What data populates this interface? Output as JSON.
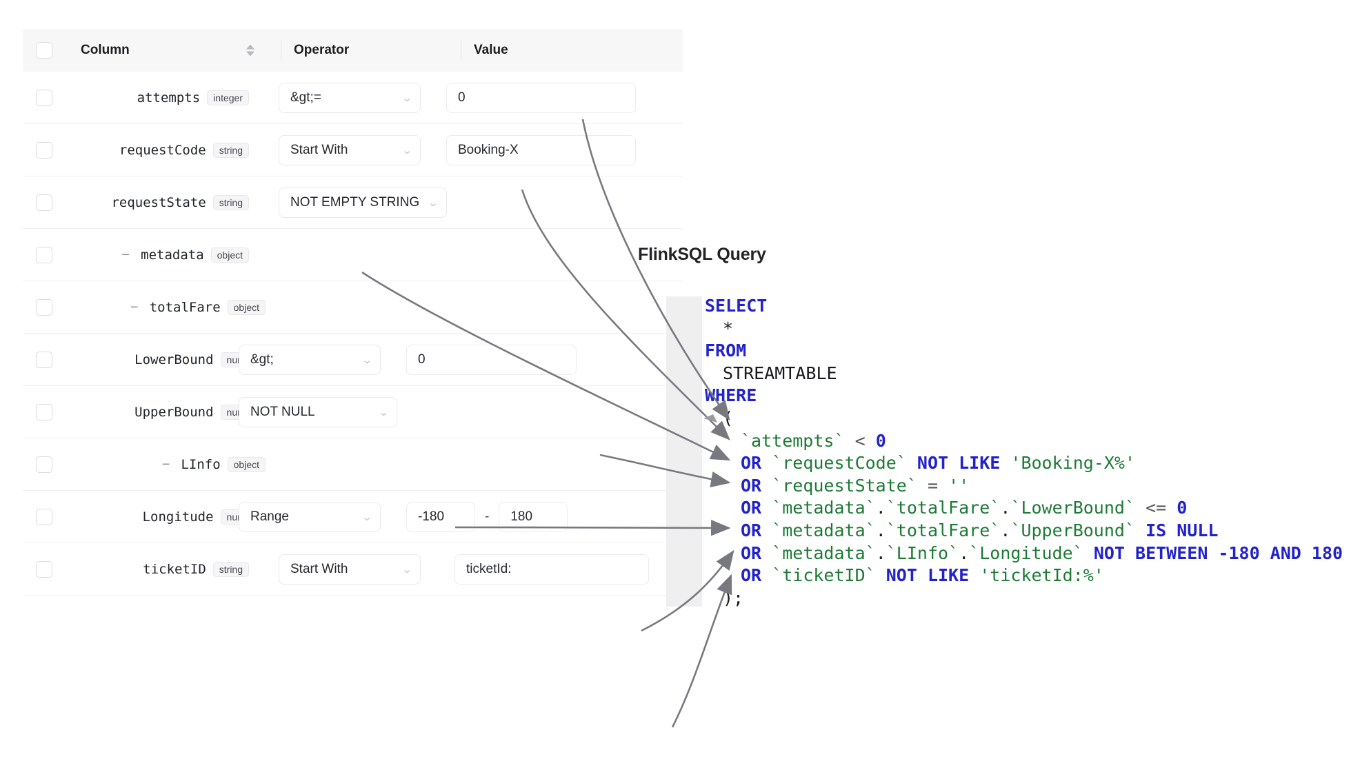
{
  "table": {
    "headers": {
      "checkbox": "",
      "column": "Column",
      "operator": "Operator",
      "value": "Value"
    },
    "rows": [
      {
        "name": "attempts",
        "type": "integer",
        "depth": 0,
        "toggle": "",
        "operator": "&gt;=",
        "value": "0",
        "value2": null
      },
      {
        "name": "requestCode",
        "type": "string",
        "depth": 0,
        "toggle": "",
        "operator": "Start With",
        "value": "Booking-X",
        "value2": null
      },
      {
        "name": "requestState",
        "type": "string",
        "depth": 0,
        "toggle": "",
        "operator": "NOT EMPTY STRING",
        "value": "",
        "value2": null
      },
      {
        "name": "metadata",
        "type": "object",
        "depth": 0,
        "toggle": "−",
        "operator": "",
        "value": "",
        "value2": null
      },
      {
        "name": "totalFare",
        "type": "object",
        "depth": 1,
        "toggle": "−",
        "operator": "",
        "value": "",
        "value2": null
      },
      {
        "name": "LowerBound",
        "type": "number",
        "depth": 2,
        "toggle": "",
        "operator": "&gt;",
        "value": "0",
        "value2": null
      },
      {
        "name": "UpperBound",
        "type": "number",
        "depth": 2,
        "toggle": "",
        "operator": "NOT NULL",
        "value": "",
        "value2": null
      },
      {
        "name": "LInfo",
        "type": "object",
        "depth": 1,
        "toggle": "−",
        "operator": "",
        "value": "",
        "value2": null
      },
      {
        "name": "Longitude",
        "type": "number",
        "depth": 2,
        "toggle": "",
        "operator": "Range",
        "value": "-180",
        "value2": "180"
      },
      {
        "name": "ticketID",
        "type": "string",
        "depth": 0,
        "toggle": "",
        "operator": "Start With",
        "value": "ticketId:",
        "value2": null
      }
    ],
    "range_separator": "-",
    "chevron_icon": "⌄"
  },
  "sql_panel": {
    "title": "FlinkSQL Query",
    "lines": [
      {
        "indent": 0,
        "tokens": [
          {
            "t": "SELECT",
            "c": "kw"
          }
        ]
      },
      {
        "indent": 1,
        "tokens": [
          {
            "t": "*",
            "c": "pl"
          }
        ]
      },
      {
        "indent": 0,
        "tokens": [
          {
            "t": "FROM",
            "c": "kw"
          }
        ]
      },
      {
        "indent": 1,
        "tokens": [
          {
            "t": "STREAMTABLE",
            "c": "pl"
          }
        ]
      },
      {
        "indent": 0,
        "tokens": [
          {
            "t": "WHERE",
            "c": "kw"
          }
        ]
      },
      {
        "indent": 1,
        "tokens": [
          {
            "t": "(",
            "c": "pl"
          }
        ]
      },
      {
        "indent": 2,
        "tokens": [
          {
            "t": "`attempts`",
            "c": "id"
          },
          {
            "t": " ",
            "c": "pl"
          },
          {
            "t": "<",
            "c": "op"
          },
          {
            "t": " ",
            "c": "pl"
          },
          {
            "t": "0",
            "c": "num"
          }
        ]
      },
      {
        "indent": 2,
        "tokens": [
          {
            "t": "OR",
            "c": "kw"
          },
          {
            "t": " ",
            "c": "pl"
          },
          {
            "t": "`requestCode`",
            "c": "id"
          },
          {
            "t": " ",
            "c": "pl"
          },
          {
            "t": "NOT LIKE",
            "c": "kw"
          },
          {
            "t": " ",
            "c": "pl"
          },
          {
            "t": "'Booking-X%'",
            "c": "str"
          }
        ]
      },
      {
        "indent": 2,
        "tokens": [
          {
            "t": "OR",
            "c": "kw"
          },
          {
            "t": " ",
            "c": "pl"
          },
          {
            "t": "`requestState`",
            "c": "id"
          },
          {
            "t": " ",
            "c": "pl"
          },
          {
            "t": "=",
            "c": "op"
          },
          {
            "t": " ",
            "c": "pl"
          },
          {
            "t": "''",
            "c": "str"
          }
        ]
      },
      {
        "indent": 2,
        "tokens": [
          {
            "t": "OR",
            "c": "kw"
          },
          {
            "t": " ",
            "c": "pl"
          },
          {
            "t": "`metadata`",
            "c": "id"
          },
          {
            "t": ".",
            "c": "pl"
          },
          {
            "t": "`totalFare`",
            "c": "id"
          },
          {
            "t": ".",
            "c": "pl"
          },
          {
            "t": "`LowerBound`",
            "c": "id"
          },
          {
            "t": " ",
            "c": "pl"
          },
          {
            "t": "<=",
            "c": "op"
          },
          {
            "t": " ",
            "c": "pl"
          },
          {
            "t": "0",
            "c": "num"
          }
        ]
      },
      {
        "indent": 2,
        "tokens": [
          {
            "t": "OR",
            "c": "kw"
          },
          {
            "t": " ",
            "c": "pl"
          },
          {
            "t": "`metadata`",
            "c": "id"
          },
          {
            "t": ".",
            "c": "pl"
          },
          {
            "t": "`totalFare`",
            "c": "id"
          },
          {
            "t": ".",
            "c": "pl"
          },
          {
            "t": "`UpperBound`",
            "c": "id"
          },
          {
            "t": " ",
            "c": "pl"
          },
          {
            "t": "IS NULL",
            "c": "kw"
          }
        ]
      },
      {
        "indent": 2,
        "tokens": [
          {
            "t": "OR",
            "c": "kw"
          },
          {
            "t": " ",
            "c": "pl"
          },
          {
            "t": "`metadata`",
            "c": "id"
          },
          {
            "t": ".",
            "c": "pl"
          },
          {
            "t": "`LInfo`",
            "c": "id"
          },
          {
            "t": ".",
            "c": "pl"
          },
          {
            "t": "`Longitude`",
            "c": "id"
          },
          {
            "t": " ",
            "c": "pl"
          },
          {
            "t": "NOT BETWEEN -180 AND 180",
            "c": "kw"
          }
        ]
      },
      {
        "indent": 2,
        "tokens": [
          {
            "t": "OR",
            "c": "kw"
          },
          {
            "t": " ",
            "c": "pl"
          },
          {
            "t": "`ticketID`",
            "c": "id"
          },
          {
            "t": " ",
            "c": "pl"
          },
          {
            "t": "NOT LIKE",
            "c": "kw"
          },
          {
            "t": " ",
            "c": "pl"
          },
          {
            "t": "'ticketId:%'",
            "c": "str"
          }
        ]
      },
      {
        "indent": 1,
        "tokens": [
          {
            "t": ");",
            "c": "pl"
          }
        ]
      }
    ]
  },
  "colors": {
    "keyword": "#2222cc",
    "identifier": "#1d7a35",
    "header_bg": "#f7f7f8",
    "arrow": "#6f7177",
    "code_band": "#efeff0"
  },
  "connectors": [
    {
      "from": "attempts-value",
      "to": "sql-line-attempts"
    },
    {
      "from": "requestCode-value",
      "to": "sql-line-requestCode"
    },
    {
      "from": "requestState-operator",
      "to": "sql-line-requestState"
    },
    {
      "from": "LowerBound-value",
      "to": "sql-line-LowerBound"
    },
    {
      "from": "UpperBound-operator",
      "to": "sql-line-UpperBound"
    },
    {
      "from": "Longitude-value",
      "to": "sql-line-Longitude"
    },
    {
      "from": "ticketID-value",
      "to": "sql-line-ticketID"
    }
  ]
}
